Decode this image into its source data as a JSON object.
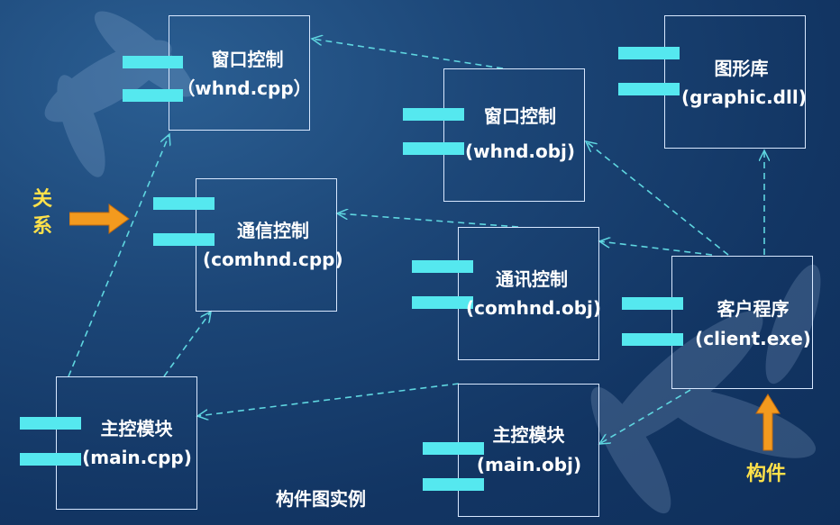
{
  "components": {
    "whnd_cpp": {
      "name": "窗口控制",
      "file": "（whnd.cpp）"
    },
    "whnd_obj": {
      "name": "窗口控制",
      "file": "(whnd.obj)"
    },
    "graphic_dll": {
      "name": "图形库",
      "file": "(graphic.dll)"
    },
    "comhnd_cpp": {
      "name": "通信控制",
      "file": "(comhnd.cpp)"
    },
    "comhnd_obj": {
      "name": "通讯控制",
      "file": "(comhnd.obj)"
    },
    "client_exe": {
      "name": "客户程序",
      "file": "(client.exe)"
    },
    "main_cpp": {
      "name": "主控模块",
      "file": "(main.cpp)"
    },
    "main_obj": {
      "name": "主控模块",
      "file": "(main.obj)"
    }
  },
  "annotations": {
    "relation_line1": "关",
    "relation_line2": "系",
    "component": "构件"
  },
  "caption": "构件图实例",
  "colors": {
    "background": "#163a6a",
    "port": "#55e8ef",
    "dependency": "#5fd6e0",
    "annotation_text": "#ffe14a",
    "arrow_fill": "#f39a1e"
  }
}
